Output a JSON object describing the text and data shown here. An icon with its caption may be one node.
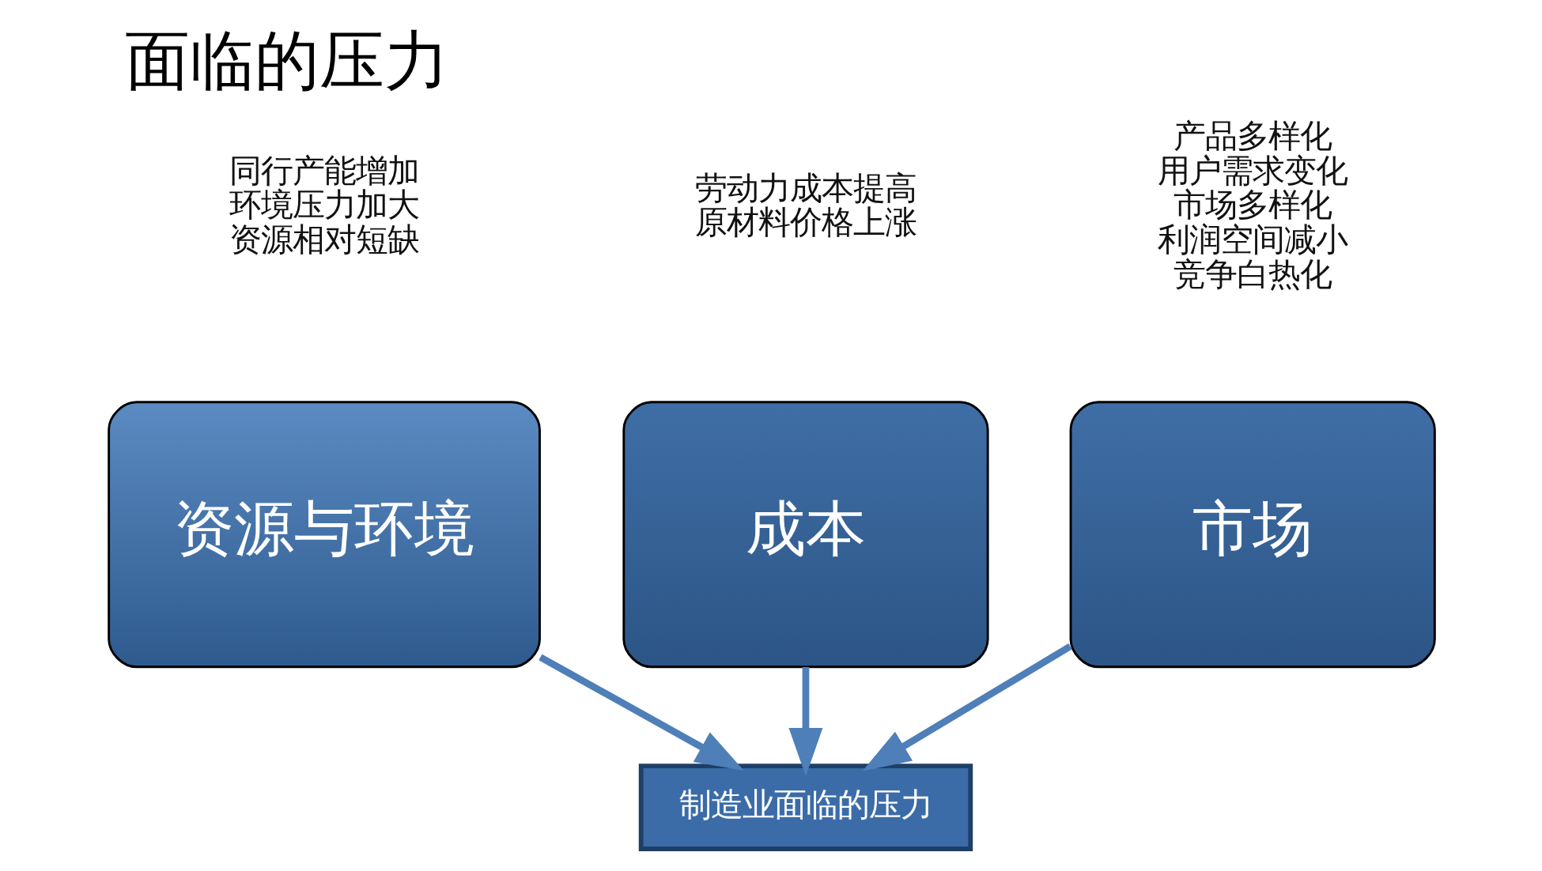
{
  "diagram": {
    "title": "面临的压力",
    "nodes": [
      {
        "text": [
          "市场"
        ],
        "beside": [
          "产品多样化",
          "用户需求变化",
          "市场多样化",
          "利润空间减小",
          "竞争白热化"
        ]
      },
      {
        "text": [
          "资源与环境"
        ],
        "beside": [
          "同行产能增加",
          "环境压力加大",
          "资源相对短缺"
        ]
      },
      {
        "text": [
          "成本"
        ],
        "beside": [
          "劳动力成本提高",
          "原材料价格上涨"
        ]
      },
      {
        "text": [
          "制造业面临的压力"
        ]
      }
    ],
    "edges": [
      {
        "from": 0,
        "to": 3,
        "arrow": "to"
      },
      {
        "from": 1,
        "to": 3,
        "arrow": "to"
      },
      {
        "from": 2,
        "to": 3,
        "arrow": "to"
      }
    ]
  }
}
